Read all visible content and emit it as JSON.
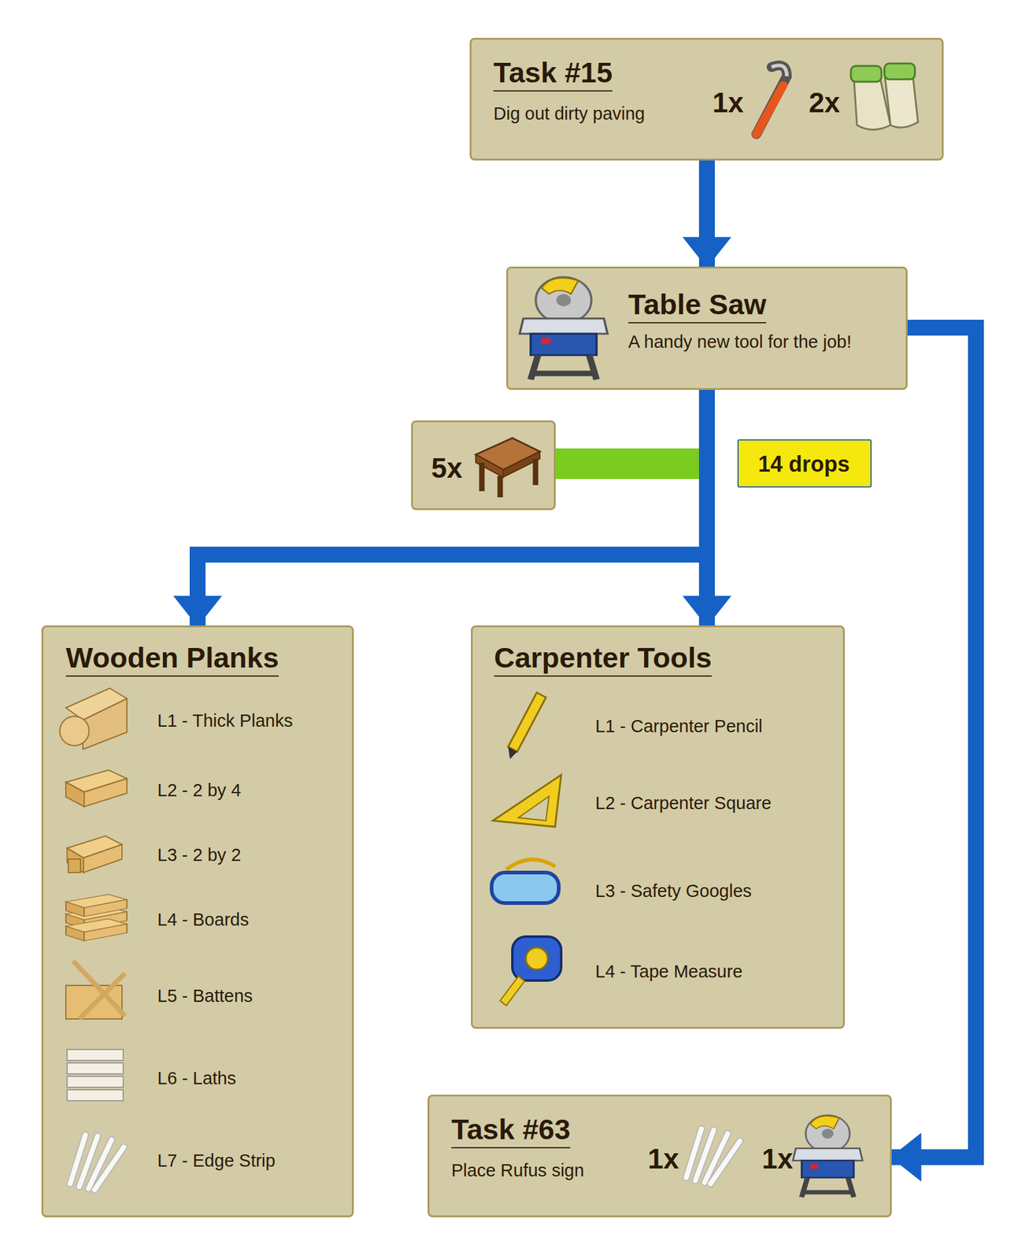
{
  "diagram": {
    "nodes": [
      {
        "text": [
          "Task #15",
          "Dig out dirty paving",
          "1x",
          "2x"
        ]
      },
      {
        "text": [
          "Table Saw",
          "A handy new tool for the job!"
        ]
      },
      {
        "text": [
          "5x"
        ]
      },
      {
        "text": [
          "14 drops"
        ]
      },
      {
        "text": [
          "Wooden Planks",
          "L1 - Thick Planks",
          "L2 - 2 by 4",
          "L3 - 2 by 2",
          "L4 - Boards",
          "L5 - Battens",
          "L6 - Laths",
          "L7 - Edge Strip"
        ]
      },
      {
        "text": [
          "Carpenter Tools",
          "L1 - Carpenter Pencil",
          "L2 - Carpenter Square",
          "L3 - Safety Googles",
          "L4 - Tape Measure"
        ]
      },
      {
        "text": [
          "Task #63",
          "Place Rufus sign",
          "1x",
          "1x"
        ]
      }
    ],
    "edges": [
      {
        "from": 0,
        "to": 1,
        "arrow": "to"
      },
      {
        "from": 1,
        "to": 4,
        "arrow": "to"
      },
      {
        "from": 1,
        "to": 5,
        "arrow": "to"
      },
      {
        "from": 1,
        "to": 6,
        "arrow": "to"
      }
    ]
  }
}
